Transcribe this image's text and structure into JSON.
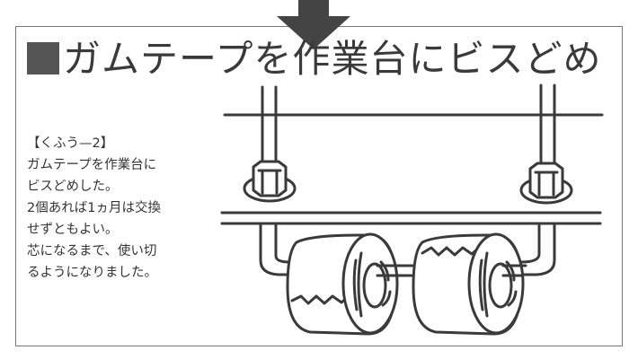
{
  "title": "ガムテープを作業台にビスどめ",
  "description": {
    "lines": [
      "【くふう—2】",
      "ガムテープを作業台に",
      "ビスどめした。",
      "2個あれば1ヵ月は交換",
      "せずともよい。",
      "芯になるまで、使い切",
      "るようになりました。"
    ]
  },
  "colors": {
    "ink": "#3a3a3a",
    "marker": "#555555"
  }
}
